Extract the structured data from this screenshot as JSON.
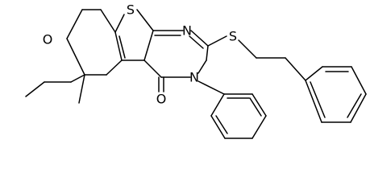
{
  "atoms": {
    "oxygen_ring": "O",
    "sulfur_thiophene": "S",
    "nitrogen_1": "N",
    "sulfur_thioether": "S",
    "nitrogen_3": "N",
    "oxygen_carbonyl": "O"
  },
  "colors": {
    "bond": "#000000",
    "label": "#000000",
    "background": "#ffffff"
  }
}
